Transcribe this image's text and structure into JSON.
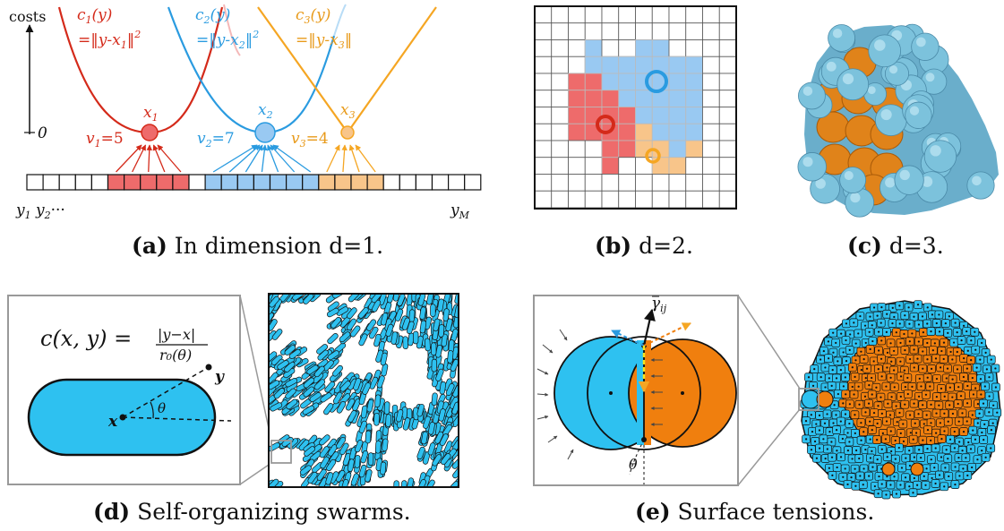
{
  "panel_a": {
    "axis_label": "costs",
    "zero_label": "0",
    "curves": [
      {
        "name": "c1",
        "line1": "c",
        "sub": "1",
        "line1b": "(y)",
        "line2": "=‖y-x",
        "line2sub": "1",
        "line2end": "‖",
        "sup": "2",
        "point": "x",
        "point_sub": "1",
        "value": "v",
        "value_sub": "1",
        "value_num": "=5",
        "color": "#d42a1a"
      },
      {
        "name": "c2",
        "line1": "c",
        "sub": "2",
        "line1b": "(y)",
        "line2": "=‖y-x",
        "line2sub": "2",
        "line2end": "‖",
        "sup": "2",
        "point": "x",
        "point_sub": "2",
        "value": "v",
        "value_sub": "2",
        "value_num": "=7",
        "color": "#2a9be0"
      },
      {
        "name": "c3",
        "line1": "c",
        "sub": "3",
        "line1b": "(y)",
        "line2": "=‖y-x",
        "line2sub": "3",
        "line2end": "‖",
        "sup": "",
        "point": "x",
        "point_sub": "3",
        "value": "v",
        "value_sub": "3",
        "value_num": "=4",
        "color": "#f5a623"
      }
    ],
    "y_left": "y",
    "y_left_sub1": "1",
    "y_left_sub2": "2",
    "y_dots": "···",
    "y_right": "y",
    "y_right_sub": "M",
    "caption_bold": "(a)",
    "caption_text": " In dimension d=1."
  },
  "panel_b": {
    "caption_bold": "(b)",
    "caption_text": " d=2."
  },
  "panel_c": {
    "caption_bold": "(c)",
    "caption_text": " d=3."
  },
  "panel_d": {
    "formula_lhs": "c(x, y) = ",
    "formula_num": "|y−x|",
    "formula_den": "r₀(θ)",
    "label_x": "x",
    "label_y": "y",
    "label_theta": "θ",
    "caption_bold": "(d)",
    "caption_text": " Self-organizing swarms."
  },
  "panel_e": {
    "gamma_label": "γ",
    "gamma_sub": "ij",
    "theta_label": "θ",
    "caption_bold": "(e)",
    "caption_text": " Surface tensions."
  },
  "colors": {
    "red": "#d42a1a",
    "red_fill": "#ee6b6b",
    "blue": "#2a9be0",
    "blue_fill": "#99c9f2",
    "orange": "#f5a623",
    "orange_fill": "#f8c58a",
    "cell_blue": "#2ec1f0",
    "cell_orange": "#f07f0e"
  }
}
